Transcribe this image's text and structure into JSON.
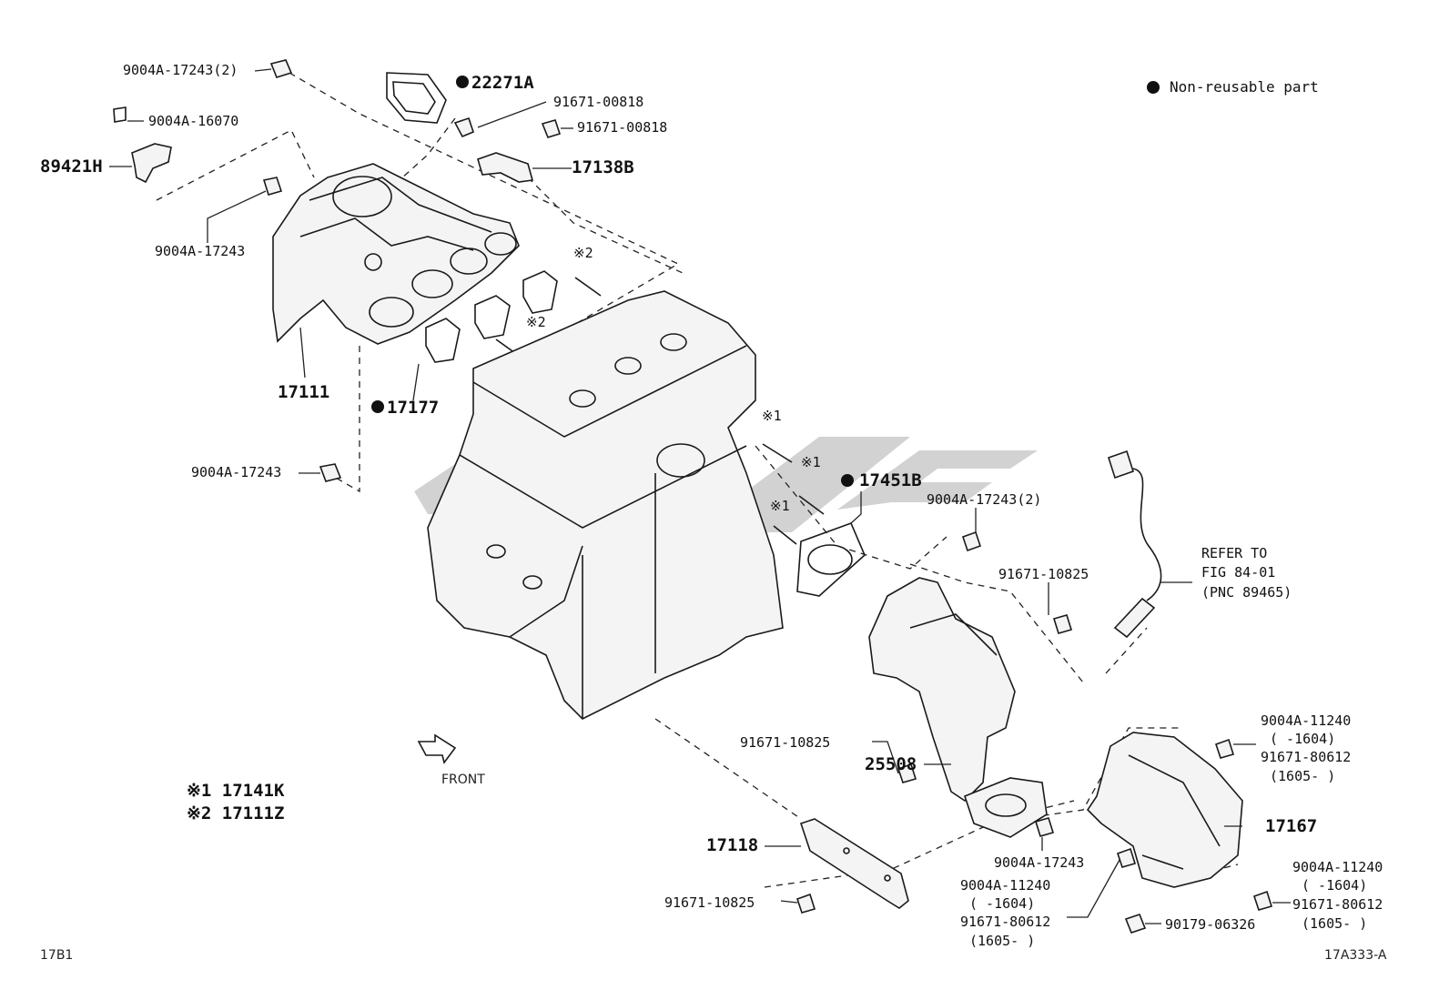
{
  "legend": {
    "non_reusable": "Non-reusable part"
  },
  "labels": {
    "p9004A_17243_2_top": "9004A-17243(2)",
    "p22271A": "22271A",
    "p91671_00818_a": "91671-00818",
    "p91671_00818_b": "91671-00818",
    "p9004A_16070": "9004A-16070",
    "p89421H": "89421H",
    "p17138B": "17138B",
    "p9004A_17243_mid": "9004A-17243",
    "mark2_upper": "※2",
    "mark2_lower": "※2",
    "p17111": "17111",
    "p17177": "17177",
    "p9004A_17243_left": "9004A-17243",
    "mark1_a": "※1",
    "mark1_b": "※1",
    "mark1_c": "※1",
    "p17451B": "17451B",
    "p9004A_17243_2_right": "9004A-17243(2)",
    "p91671_10825_a": "91671-10825",
    "refer_line1": "REFER TO",
    "refer_line2": "FIG 84-01",
    "refer_line3": "(PNC 89465)",
    "p91671_10825_b": "91671-10825",
    "p25508": "25508",
    "front": "FRONT",
    "key1": "※1 17141K",
    "key2": "※2 17111Z",
    "p9004A_11240_a": "9004A-11240",
    "p_range_a1": "(      -1604)",
    "p91671_80612_a": "91671-80612",
    "p_range_a2": "(1605-      )",
    "p17167": "17167",
    "p17118": "17118",
    "p9004A_17243_bottom": "9004A-17243",
    "p9004A_11240_b": "9004A-11240",
    "p_range_b1": "(      -1604)",
    "p91671_80612_b": "91671-80612",
    "p_range_b2": "(1605-      )",
    "p9004A_11240_c": "9004A-11240",
    "p_range_c1": "(      -1604)",
    "p91671_80612_c": "91671-80612",
    "p_range_c2": "(1605-      )",
    "p91671_10825_c": "91671-10825",
    "p90179_06326": "90179-06326",
    "corner_left": "17B1",
    "corner_right": "17A333-A"
  },
  "icons": {
    "non_reusable_marker": "filled-circle",
    "front_arrow": "outline-arrow"
  }
}
